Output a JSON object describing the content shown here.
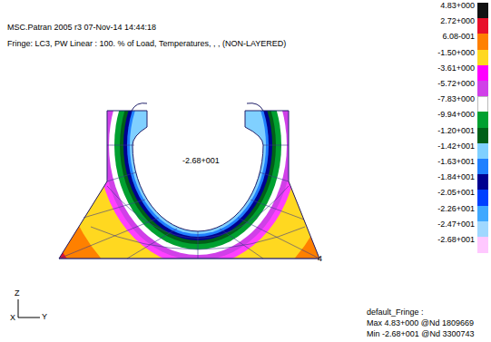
{
  "diagram": {
    "labels": [
      "MSC.Patran 2005 r3 07-Nov-14 14:44:18",
      "Fringe: LC3, PW Linear : 100. % of Load, Temperatures, , , (NON-LAYERED)",
      "-2.68+001",
      "4",
      "Z",
      "X",
      "Y",
      "default_Fringe :",
      "Max 4.83+000 @Nd 1809669",
      "Min -2.68+001 @Nd 3300743"
    ],
    "legend": [
      {
        "text": "4.83+000",
        "color": "#111111"
      },
      {
        "text": "2.72+000",
        "color": "#e8102a"
      },
      {
        "text": "6.08-001",
        "color": "#ff8000"
      },
      {
        "text": "-1.50+000",
        "color": "#ffd820"
      },
      {
        "text": "-3.61+000",
        "color": "#ff00ff"
      },
      {
        "text": "-5.72+000",
        "color": "#d040e8"
      },
      {
        "text": "-7.83+000",
        "color": "#ffffff"
      },
      {
        "text": "-9.94+000",
        "color": "#00a030"
      },
      {
        "text": "-1.20+001",
        "color": "#006018"
      },
      {
        "text": "-1.42+001",
        "color": "#80d0ff"
      },
      {
        "text": "-1.63+001",
        "color": "#2080ff"
      },
      {
        "text": "-1.84+001",
        "color": "#000090"
      },
      {
        "text": "-2.05+001",
        "color": "#0040ff"
      },
      {
        "text": "-2.26+001",
        "color": "#40a8ff"
      },
      {
        "text": "-2.47+001",
        "color": "#a0d8ff"
      },
      {
        "text": "-2.68+001",
        "color": "#ffc8ff"
      }
    ]
  }
}
